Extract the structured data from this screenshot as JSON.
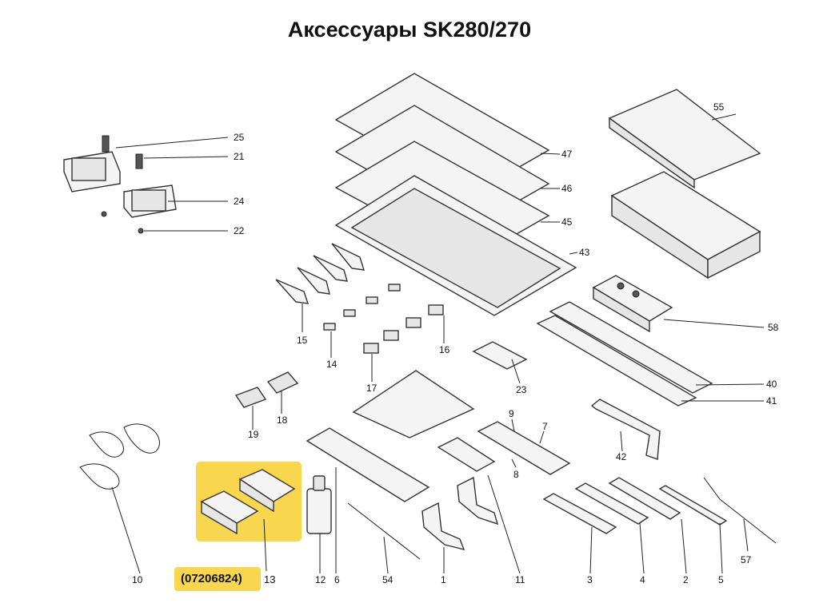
{
  "title": "Аксессуары SK280/270",
  "highlight": {
    "code": "(07206824)",
    "part": "13",
    "color": "#f8d64e"
  },
  "labels": {
    "p25": "25",
    "p21": "21",
    "p24": "24",
    "p22": "22",
    "p47": "47",
    "p46": "46",
    "p45": "45",
    "p43": "43",
    "p55": "55",
    "p58": "58",
    "p40": "40",
    "p41": "41",
    "p42": "42",
    "p15": "15",
    "p14": "14",
    "p16": "16",
    "p17": "17",
    "p23": "23",
    "p18": "18",
    "p19": "19",
    "p9": "9",
    "p7": "7",
    "p8": "8",
    "p10": "10",
    "p12": "12",
    "p6": "6",
    "p54": "54",
    "p1": "1",
    "p11": "11",
    "p3": "3",
    "p4": "4",
    "p2": "2",
    "p5": "5",
    "p57": "57"
  }
}
